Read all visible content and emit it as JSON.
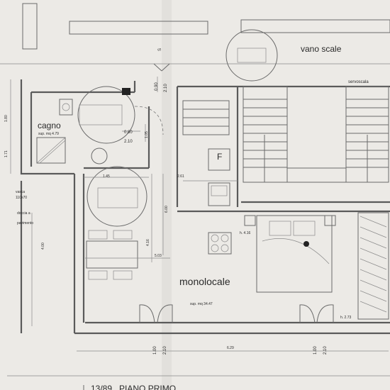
{
  "rooms": {
    "vano_scale": "vano scale",
    "bagno": "cagno",
    "bagno_area": "sup. mq 4.79",
    "monolocale": "monolocale",
    "monolocale_area": "sup. mq 34.47"
  },
  "labels": {
    "servoscala": "servoscala",
    "vasca": "vasca",
    "vasca_dim": "110x70",
    "doccia_1": "doccia a",
    "doccia_2": "pavimento",
    "fridge": "F",
    "section_mark": "S"
  },
  "dimensions": {
    "d_090": "0.90",
    "d_210_top": "2.10",
    "d_080": "0.80",
    "d_210_bath": "2.10",
    "d_105": "1.05",
    "d_180": "1.80",
    "d_261": "2.61",
    "d_145": "1.45",
    "d_600": "6.00",
    "d_416": "4.16",
    "d_400": "4.00",
    "d_503": "5.03",
    "d_h416": "h. 4.16",
    "d_h273": "h. 2.73",
    "d_100_a": "1.00",
    "d_210_a": "2.10",
    "d_100_b": "1.00",
    "d_210_b": "2.10",
    "d_629": "6.29",
    "d_171": "1.71"
  },
  "footer": {
    "title": "13/89 . PIANO PRIMO"
  },
  "colors": {
    "paper": "#eceae6",
    "ink": "#2a2a2a",
    "wall": "#5a5a5a"
  }
}
